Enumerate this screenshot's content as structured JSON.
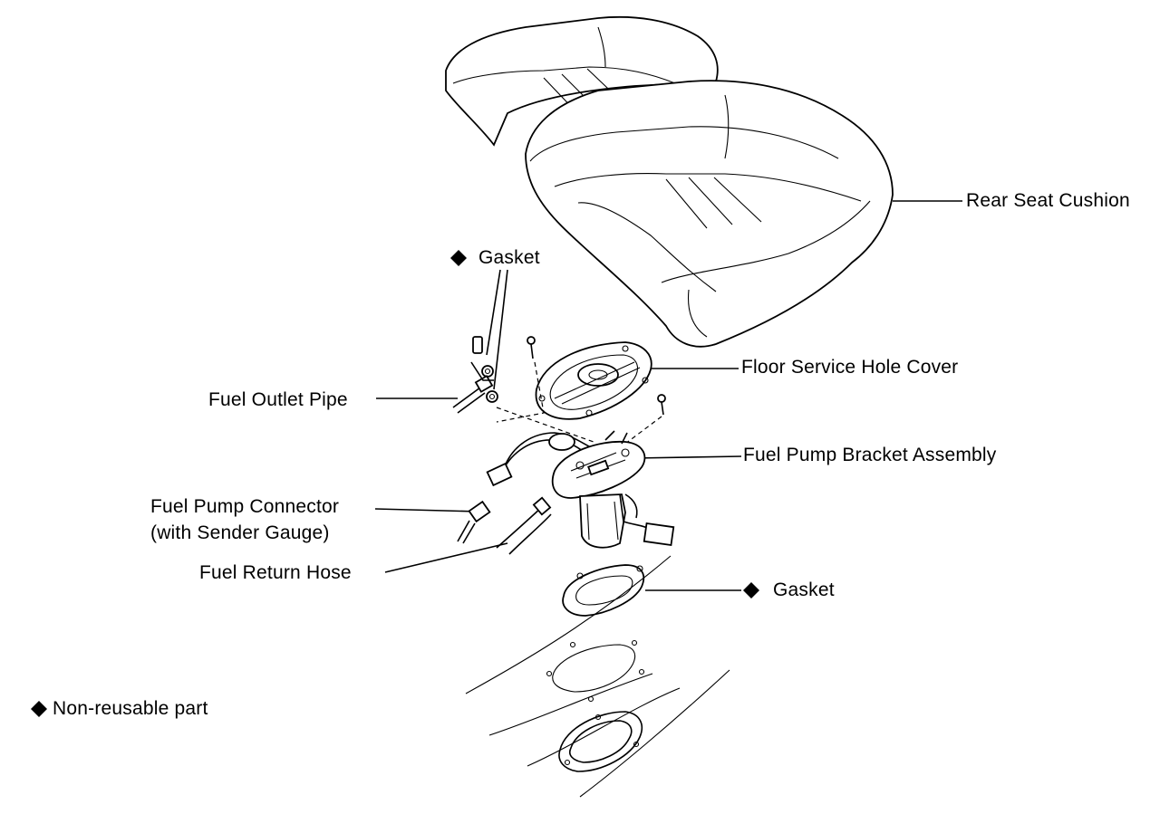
{
  "labels": {
    "rear_seat_cushion": "Rear Seat Cushion",
    "gasket_top": "Gasket",
    "floor_service_hole_cover": "Floor Service Hole Cover",
    "fuel_outlet_pipe": "Fuel Outlet Pipe",
    "fuel_pump_bracket_assembly": "Fuel Pump Bracket Assembly",
    "fuel_pump_connector_line1": "Fuel Pump Connector",
    "fuel_pump_connector_line2": "(with Sender Gauge)",
    "fuel_return_hose": "Fuel Return Hose",
    "gasket_bottom": "Gasket",
    "non_reusable_part": "Non-reusable part"
  },
  "legend_symbol": "diamond"
}
